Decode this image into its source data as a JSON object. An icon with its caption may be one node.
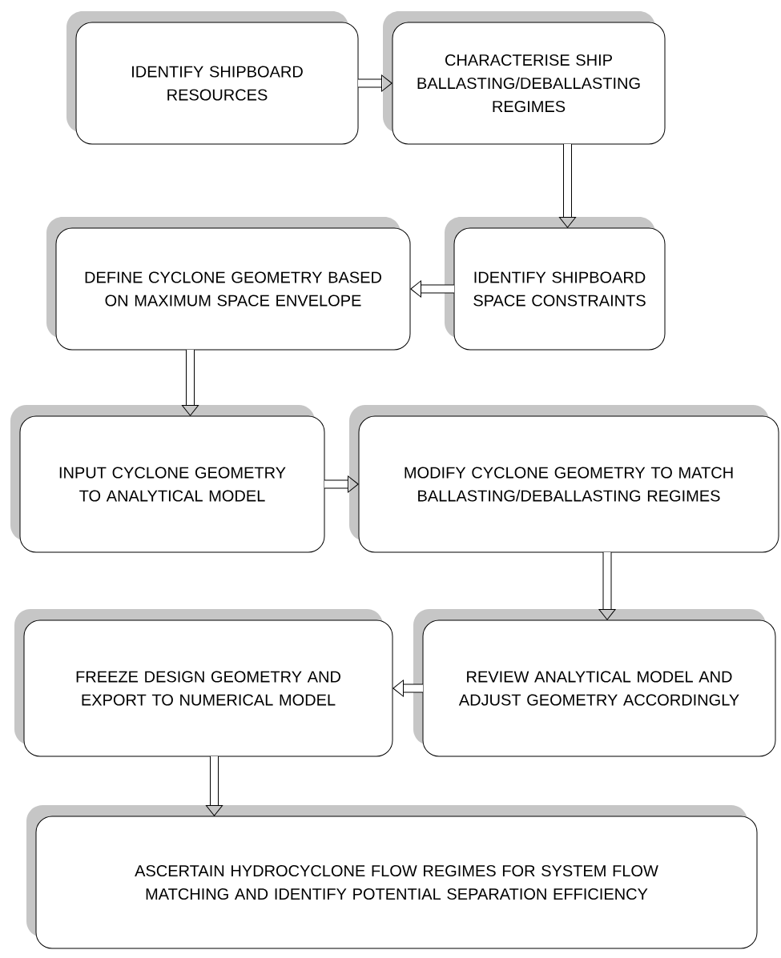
{
  "diagram": {
    "nodes": [
      {
        "text": [
          "IDENTIFY SHIPBOARD RESOURCES"
        ]
      },
      {
        "text": [
          "CHARACTERISE SHIP BALLASTING/DEBALLASTING REGIMES"
        ]
      },
      {
        "text": [
          "DEFINE CYCLONE GEOMETRY BASED ON MAXIMUM SPACE ENVELOPE"
        ]
      },
      {
        "text": [
          "IDENTIFY SHIPBOARD SPACE CONSTRAINTS"
        ]
      },
      {
        "text": [
          "INPUT CYCLONE GEOMETRY TO ANALYTICAL MODEL"
        ]
      },
      {
        "text": [
          "MODIFY CYCLONE GEOMETRY TO MATCH BALLASTING/DEBALLASTING REGIMES"
        ]
      },
      {
        "text": [
          "FREEZE DESIGN GEOMETRY AND EXPORT TO NUMERICAL MODEL"
        ]
      },
      {
        "text": [
          "REVIEW ANALYTICAL MODEL AND ADJUST GEOMETRY ACCORDINGLY"
        ]
      },
      {
        "text": [
          "ASCERTAIN HYDROCYCLONE FLOW REGIMES FOR SYSTEM FLOW MATCHING AND IDENTIFY POTENTIAL SEPARATION EFFICIENCY"
        ]
      }
    ],
    "edges": [
      {
        "from": 0,
        "to": 1,
        "arrow": "to"
      },
      {
        "from": 1,
        "to": 3,
        "arrow": "to"
      },
      {
        "from": 3,
        "to": 2,
        "arrow": "to"
      },
      {
        "from": 2,
        "to": 4,
        "arrow": "to"
      },
      {
        "from": 4,
        "to": 5,
        "arrow": "to"
      },
      {
        "from": 5,
        "to": 7,
        "arrow": "to"
      },
      {
        "from": 7,
        "to": 6,
        "arrow": "to"
      },
      {
        "from": 6,
        "to": 8,
        "arrow": "to"
      }
    ]
  }
}
